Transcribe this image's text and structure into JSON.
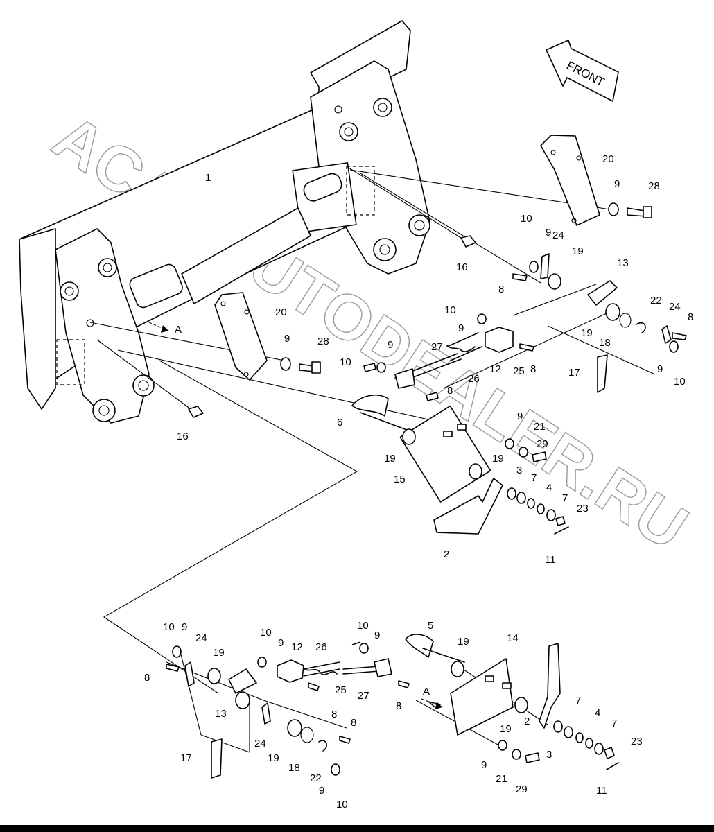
{
  "watermark": "ACAT AUTODEALER.RU",
  "front_label": "FRONT",
  "view_marker": "A",
  "callouts": [
    {
      "id": "c1",
      "text": "1"
    },
    {
      "id": "c20a",
      "text": "20"
    },
    {
      "id": "c9a",
      "text": "9"
    },
    {
      "id": "c28a",
      "text": "28"
    },
    {
      "id": "c10a",
      "text": "10"
    },
    {
      "id": "c9b",
      "text": "9"
    },
    {
      "id": "c24a",
      "text": "24"
    },
    {
      "id": "c19a",
      "text": "19"
    },
    {
      "id": "c13a",
      "text": "13"
    },
    {
      "id": "c16a",
      "text": "16"
    },
    {
      "id": "c8a",
      "text": "8"
    },
    {
      "id": "c22a",
      "text": "22"
    },
    {
      "id": "c24b",
      "text": "24"
    },
    {
      "id": "c8b",
      "text": "8"
    },
    {
      "id": "c19b",
      "text": "19"
    },
    {
      "id": "c18a",
      "text": "18"
    },
    {
      "id": "c9c",
      "text": "9"
    },
    {
      "id": "c10b",
      "text": "10"
    },
    {
      "id": "c17a",
      "text": "17"
    },
    {
      "id": "c10c",
      "text": "10"
    },
    {
      "id": "c9d",
      "text": "9"
    },
    {
      "id": "c12a",
      "text": "12"
    },
    {
      "id": "c8c",
      "text": "8"
    },
    {
      "id": "c25a",
      "text": "25"
    },
    {
      "id": "c20b",
      "text": "20"
    },
    {
      "id": "c9e",
      "text": "9"
    },
    {
      "id": "c28b",
      "text": "28"
    },
    {
      "id": "c9f",
      "text": "9"
    },
    {
      "id": "c27a",
      "text": "27"
    },
    {
      "id": "c10d",
      "text": "10"
    },
    {
      "id": "c26a",
      "text": "26"
    },
    {
      "id": "c8d",
      "text": "8"
    },
    {
      "id": "c6a",
      "text": "6"
    },
    {
      "id": "c16b",
      "text": "16"
    },
    {
      "id": "c9g",
      "text": "9"
    },
    {
      "id": "c21a",
      "text": "21"
    },
    {
      "id": "c29a",
      "text": "29"
    },
    {
      "id": "c19c",
      "text": "19"
    },
    {
      "id": "c19d",
      "text": "19"
    },
    {
      "id": "c15a",
      "text": "15"
    },
    {
      "id": "c3a",
      "text": "3"
    },
    {
      "id": "c7a",
      "text": "7"
    },
    {
      "id": "c4a",
      "text": "4"
    },
    {
      "id": "c7b",
      "text": "7"
    },
    {
      "id": "c23a",
      "text": "23"
    },
    {
      "id": "c2a",
      "text": "2"
    },
    {
      "id": "c11a",
      "text": "11"
    },
    {
      "id": "c10e",
      "text": "10"
    },
    {
      "id": "c9h",
      "text": "9"
    },
    {
      "id": "c24c",
      "text": "24"
    },
    {
      "id": "c10f",
      "text": "10"
    },
    {
      "id": "c9i",
      "text": "9"
    },
    {
      "id": "c12b",
      "text": "12"
    },
    {
      "id": "c26b",
      "text": "26"
    },
    {
      "id": "c10g",
      "text": "10"
    },
    {
      "id": "c9j",
      "text": "9"
    },
    {
      "id": "c5a",
      "text": "5"
    },
    {
      "id": "c19e",
      "text": "19"
    },
    {
      "id": "c14a",
      "text": "14"
    },
    {
      "id": "c8e",
      "text": "8"
    },
    {
      "id": "c19f",
      "text": "19"
    },
    {
      "id": "c25b",
      "text": "25"
    },
    {
      "id": "c27b",
      "text": "27"
    },
    {
      "id": "c8f",
      "text": "8"
    },
    {
      "id": "c13b",
      "text": "13"
    },
    {
      "id": "c8g",
      "text": "8"
    },
    {
      "id": "c8h",
      "text": "8"
    },
    {
      "id": "c24d",
      "text": "24"
    },
    {
      "id": "c17b",
      "text": "17"
    },
    {
      "id": "c19g",
      "text": "19"
    },
    {
      "id": "c18b",
      "text": "18"
    },
    {
      "id": "c22b",
      "text": "22"
    },
    {
      "id": "c9k",
      "text": "9"
    },
    {
      "id": "c10h",
      "text": "10"
    },
    {
      "id": "c19h",
      "text": "19"
    },
    {
      "id": "c2b",
      "text": "2"
    },
    {
      "id": "c3b",
      "text": "3"
    },
    {
      "id": "c7c",
      "text": "7"
    },
    {
      "id": "c4b",
      "text": "4"
    },
    {
      "id": "c7d",
      "text": "7"
    },
    {
      "id": "c23b",
      "text": "23"
    },
    {
      "id": "c9l",
      "text": "9"
    },
    {
      "id": "c21b",
      "text": "21"
    },
    {
      "id": "c29b",
      "text": "29"
    },
    {
      "id": "c11b",
      "text": "11"
    },
    {
      "id": "c2c",
      "text": "A"
    }
  ]
}
